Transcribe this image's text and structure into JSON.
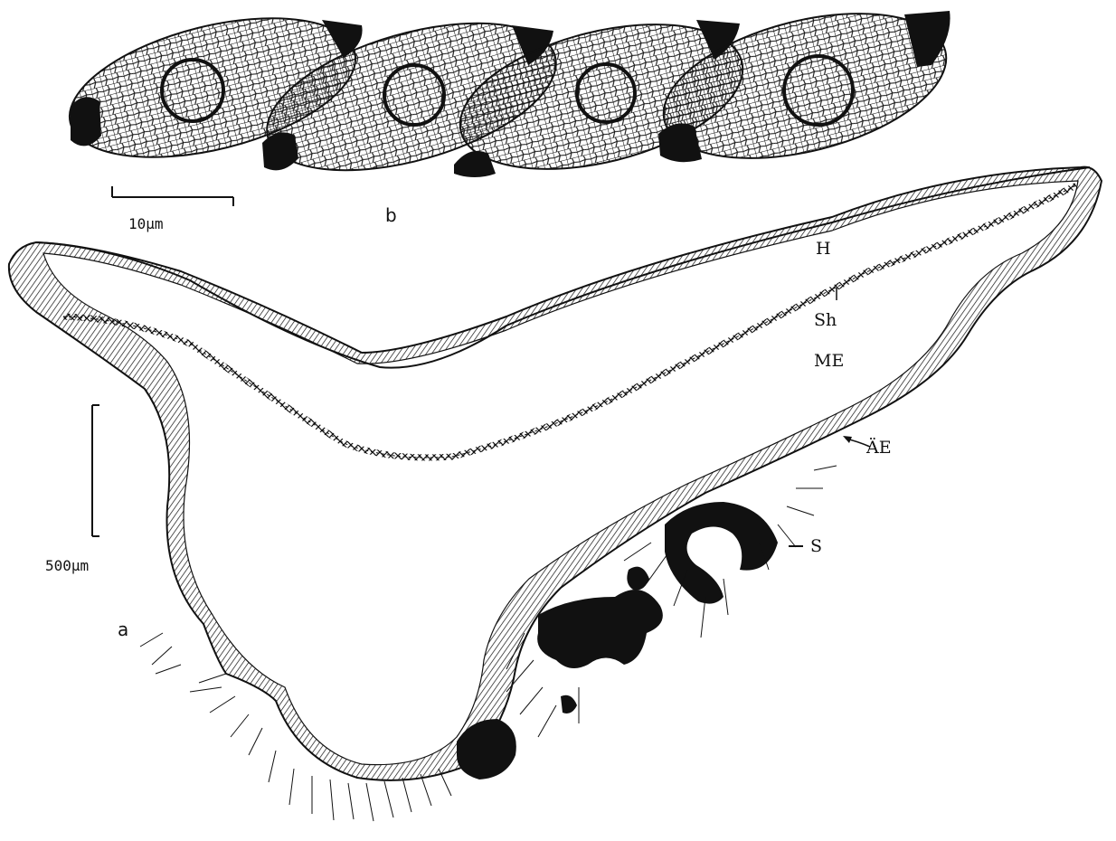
{
  "colors": {
    "ink": "#111111",
    "background": "#ffffff"
  },
  "panels": {
    "a": {
      "label": "a",
      "scale_bar": {
        "label": "500µm"
      }
    },
    "b": {
      "label": "b",
      "scale_bar": {
        "label": "10µm"
      },
      "cell_count": 4
    }
  },
  "annotations": [
    {
      "id": "H",
      "text": "H"
    },
    {
      "id": "Sh",
      "text": "Sh"
    },
    {
      "id": "ME",
      "text": "ME"
    },
    {
      "id": "AE",
      "text": "ÄE"
    },
    {
      "id": "S",
      "text": "S"
    }
  ]
}
